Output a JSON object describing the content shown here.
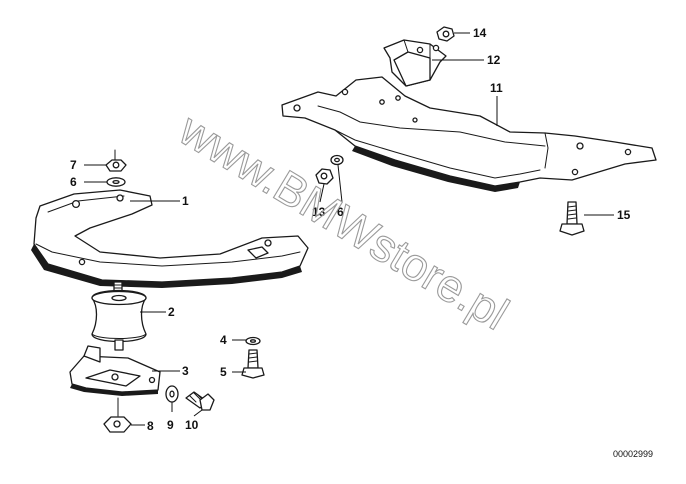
{
  "callouts": [
    {
      "id": "1",
      "label": "1"
    },
    {
      "id": "2",
      "label": "2"
    },
    {
      "id": "3",
      "label": "3"
    },
    {
      "id": "4",
      "label": "4"
    },
    {
      "id": "5",
      "label": "5"
    },
    {
      "id": "6a",
      "label": "6"
    },
    {
      "id": "6b",
      "label": "6"
    },
    {
      "id": "7",
      "label": "7"
    },
    {
      "id": "8",
      "label": "8"
    },
    {
      "id": "9",
      "label": "9"
    },
    {
      "id": "10",
      "label": "10"
    },
    {
      "id": "11",
      "label": "11"
    },
    {
      "id": "12",
      "label": "12"
    },
    {
      "id": "13",
      "label": "13"
    },
    {
      "id": "14",
      "label": "14"
    },
    {
      "id": "15",
      "label": "15"
    }
  ],
  "watermark": "www.BMWstore.pl",
  "reference_number": "00002999",
  "colors": {
    "line": "#1a1a1a",
    "watermark": "#9a9a9a",
    "background": "#ffffff"
  }
}
